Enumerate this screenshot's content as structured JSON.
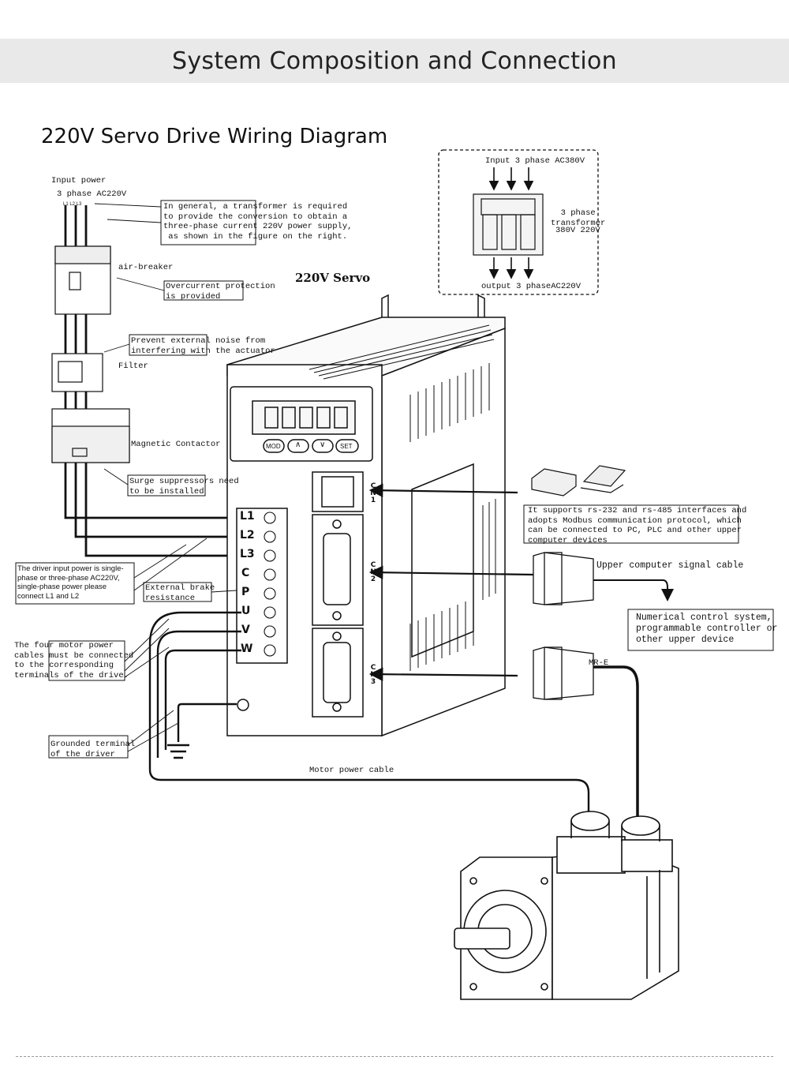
{
  "header": {
    "title": "System Composition and Connection"
  },
  "subtitle": "220V Servo Drive Wiring Diagram",
  "power": {
    "input_label": "Input power",
    "phase_label": "3 phase AC220V",
    "line_tags": "L1 L2 L3",
    "breaker_label": "air-breaker",
    "filter_label": "Filter",
    "contactor_label": "Magnetic Contactor"
  },
  "notes": {
    "transformer": "In general, a transformer is required\nto provide the conversion to obtain a\nthree-phase current 220V power supply,\n as shown in the figure on the right.",
    "overcurrent": "Overcurrent protection\nis provided",
    "noise": "Prevent external noise from\ninterfering with the actuator",
    "surge": "Surge suppressors need\nto be installed",
    "input_power": "The driver input power is single-\nphase or three-phase AC220V,\nsingle-phase power please\nconnect L1 and L2",
    "brake": "External brake\nresistance",
    "motor_cables": "The four motor power\ncables must be connected\nto the corresponding\nterminals of the drive.",
    "ground": "Grounded terminal\nof the driver",
    "rs": "It supports rs-232 and rs-485 interfaces and\nadopts Modbus communication protocol, which\ncan be connected to PC, PLC and other upper\ncomputer devices",
    "numerical": "Numerical control system,\nprogrammable controller or\nother upper device"
  },
  "transformer_box": {
    "input": "Input 3 phase AC380V",
    "name": "3 phase\ntransformer",
    "ratio": "380V 220V",
    "output": "output 3 phaseAC220V"
  },
  "servo": {
    "label": "220V Servo",
    "buttons": [
      "MOD",
      "∧",
      "∨",
      "SET"
    ],
    "terminals": [
      "L1",
      "L2",
      "L3",
      "C",
      "P",
      "U",
      "V",
      "W"
    ],
    "connectors": [
      "CN1",
      "CN2",
      "CN3"
    ]
  },
  "cables": {
    "upper": "Upper computer signal cable",
    "encoder": "MR-E",
    "motor": "Motor power cable"
  }
}
